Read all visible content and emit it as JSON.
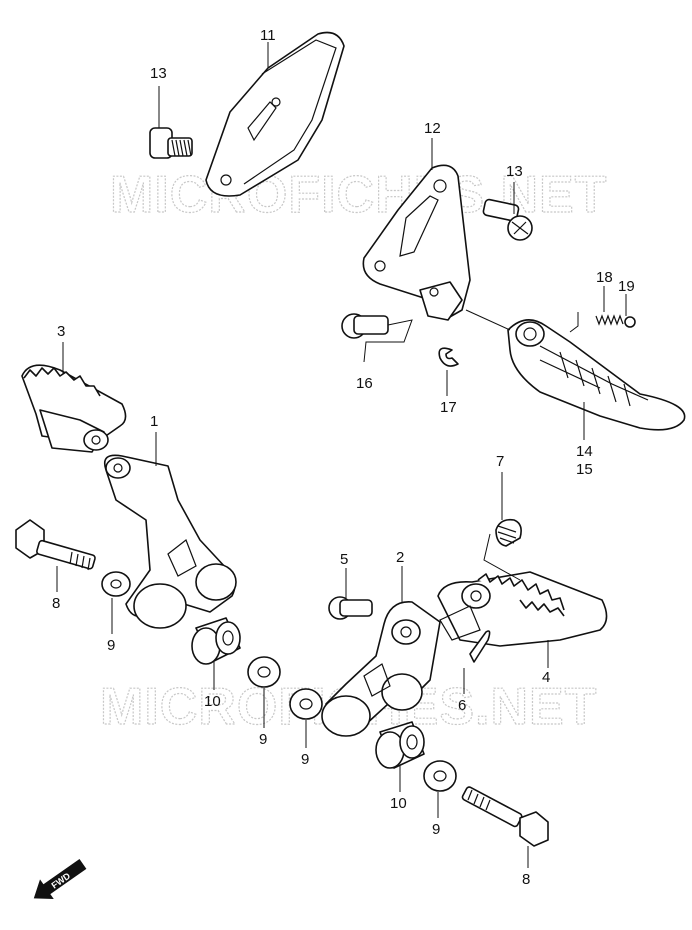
{
  "watermark": "MICROFICHES.NET",
  "fwd_label": "FWD",
  "callouts": {
    "c1": "1",
    "c2": "2",
    "c3": "3",
    "c4": "4",
    "c5": "5",
    "c6": "6",
    "c7": "7",
    "c8a": "8",
    "c8b": "8",
    "c9a": "9",
    "c9b": "9",
    "c9c": "9",
    "c9d": "9",
    "c10a": "10",
    "c10b": "10",
    "c11": "11",
    "c12": "12",
    "c13a": "13",
    "c13b": "13",
    "c14": "14",
    "c15": "15",
    "c16": "16",
    "c17": "17",
    "c18": "18",
    "c19": "19"
  },
  "colors": {
    "ink": "#111111",
    "watermark": "#c8c8c8",
    "background": "#ffffff"
  }
}
